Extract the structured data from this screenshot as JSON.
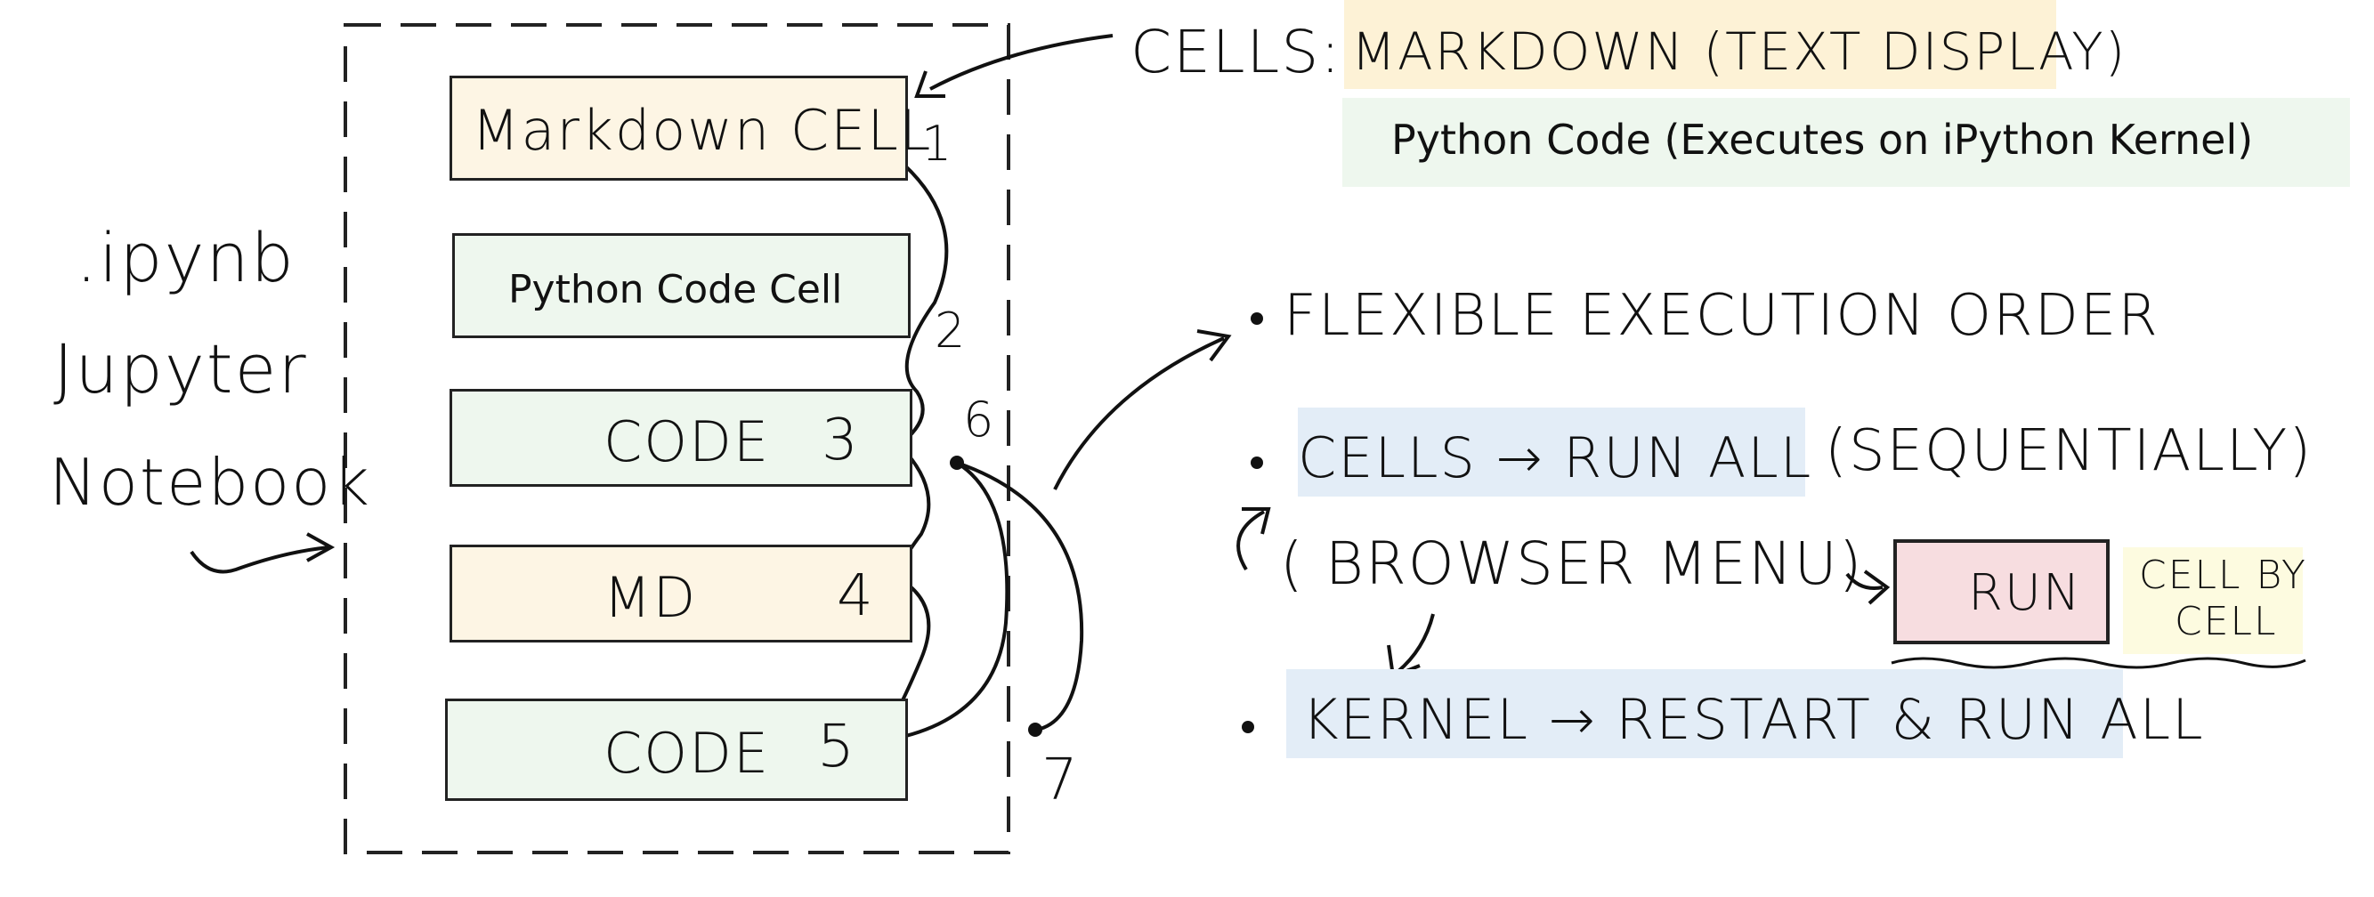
{
  "left_labels": {
    "ext": ".ipynb",
    "line1": "Jupyter",
    "line2": "Notebook"
  },
  "cells": [
    {
      "label": "Markdown CELL",
      "kind": "markdown",
      "number": "1"
    },
    {
      "label": "Python Code Cell",
      "kind": "code",
      "number": "2"
    },
    {
      "label": "CODE",
      "kind": "code",
      "number": "3"
    },
    {
      "label": "MD",
      "kind": "markdown",
      "number": "4"
    },
    {
      "label": "CODE",
      "kind": "code",
      "number": "5"
    }
  ],
  "extra_numbers": [
    "6",
    "7"
  ],
  "legend": {
    "heading": "CELLS:",
    "markdown": "MARKDOWN (TEXT DISPLAY)",
    "code": "Python Code (Executes on iPython Kernel)"
  },
  "bullets": {
    "flexible": "FLEXIBLE EXECUTION ORDER",
    "run_all": "CELLS → RUN ALL",
    "sequentially": "(SEQUENTIALLY)",
    "browser_menu": "( BROWSER MENU)",
    "run_button": "RUN",
    "cell_by_cell_1": "CELL BY",
    "cell_by_cell_2": "CELL",
    "kernel": "KERNEL → RESTART & RUN ALL"
  },
  "colors": {
    "markdown": "#fdf5e4",
    "code": "#eef7ee",
    "highlight_blue": "#e3edf7",
    "highlight_yellow": "#fdf2d6",
    "run_pink": "#f7dde0",
    "cell_by_cell_yellow": "#fdfbe0"
  },
  "icons": {
    "run_button": "play-triangle-icon"
  }
}
